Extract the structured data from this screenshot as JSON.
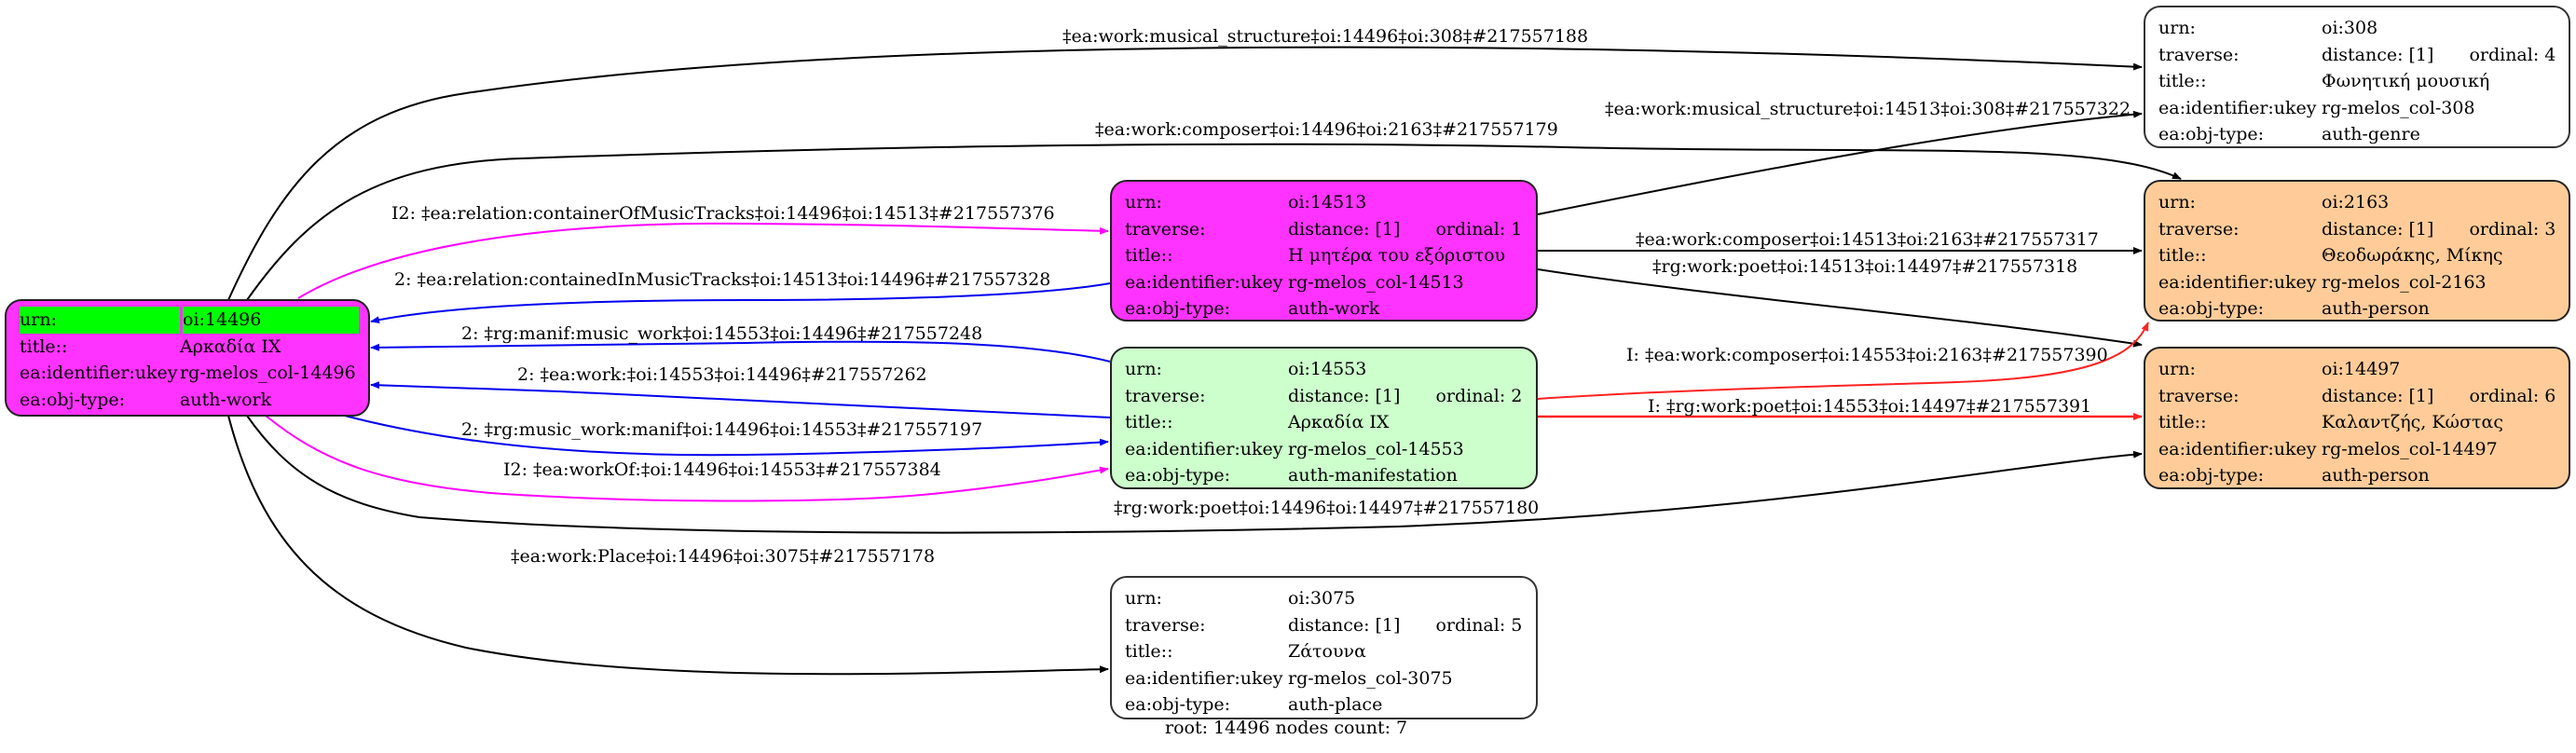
{
  "graph": {
    "footer": "root: 14496 nodes count: 7",
    "colors": {
      "black_edge": "#000000",
      "blue_edge": "#0000ee",
      "magenta_edge": "#ff00ff",
      "red_edge": "#ff2222",
      "root_fill": "#ff33ff",
      "root_highlight": "#00ff00",
      "work_fill": "#ff33ff",
      "manifestation_fill": "#ccffcc",
      "person_fill": "#ffcc99",
      "other_fill": "#ffffff"
    },
    "nodes": {
      "root": {
        "urn_key": "urn:",
        "urn": "oi:14496",
        "title_key": "title::",
        "title": "Αρκαδία IX",
        "ukey_key": "ea:identifier:ukey",
        "ukey": "rg-melos_col-14496",
        "type_key": "ea:obj-type:",
        "type": "auth-work"
      },
      "n14513": {
        "urn_key": "urn:",
        "urn": "oi:14513",
        "traverse_key": "traverse:",
        "distance": "distance: [1]",
        "ordinal": "ordinal: 1",
        "title_key": "title::",
        "title": "Η μητέρα του εξόριστου",
        "ukey_key": "ea:identifier:ukey",
        "ukey": "rg-melos_col-14513",
        "type_key": "ea:obj-type:",
        "type": "auth-work"
      },
      "n14553": {
        "urn_key": "urn:",
        "urn": "oi:14553",
        "traverse_key": "traverse:",
        "distance": "distance: [1]",
        "ordinal": "ordinal: 2",
        "title_key": "title::",
        "title": "Αρκαδία IX",
        "ukey_key": "ea:identifier:ukey",
        "ukey": "rg-melos_col-14553",
        "type_key": "ea:obj-type:",
        "type": "auth-manifestation"
      },
      "n3075": {
        "urn_key": "urn:",
        "urn": "oi:3075",
        "traverse_key": "traverse:",
        "distance": "distance: [1]",
        "ordinal": "ordinal: 5",
        "title_key": "title::",
        "title": "Ζάτουνα",
        "ukey_key": "ea:identifier:ukey",
        "ukey": "rg-melos_col-3075",
        "type_key": "ea:obj-type:",
        "type": "auth-place"
      },
      "n308": {
        "urn_key": "urn:",
        "urn": "oi:308",
        "traverse_key": "traverse:",
        "distance": "distance: [1]",
        "ordinal": "ordinal: 4",
        "title_key": "title::",
        "title": "Φωνητική μουσική",
        "ukey_key": "ea:identifier:ukey",
        "ukey": "rg-melos_col-308",
        "type_key": "ea:obj-type:",
        "type": "auth-genre"
      },
      "n2163": {
        "urn_key": "urn:",
        "urn": "oi:2163",
        "traverse_key": "traverse:",
        "distance": "distance: [1]",
        "ordinal": "ordinal: 3",
        "title_key": "title::",
        "title": "Θεοδωράκης, Μίκης",
        "ukey_key": "ea:identifier:ukey",
        "ukey": "rg-melos_col-2163",
        "type_key": "ea:obj-type:",
        "type": "auth-person"
      },
      "n14497": {
        "urn_key": "urn:",
        "urn": "oi:14497",
        "traverse_key": "traverse:",
        "distance": "distance: [1]",
        "ordinal": "ordinal: 6",
        "title_key": "title::",
        "title": "Καλαντζής, Κώστας",
        "ukey_key": "ea:identifier:ukey",
        "ukey": "rg-melos_col-14497",
        "type_key": "ea:obj-type:",
        "type": "auth-person"
      }
    },
    "edges": [
      {
        "id": "e188",
        "from": "oi:14496",
        "to": "oi:308",
        "color": "black",
        "label": "‡ea:work:musical_structure‡oi:14496‡oi:308‡#217557188"
      },
      {
        "id": "e179",
        "from": "oi:14496",
        "to": "oi:2163",
        "color": "black",
        "label": "‡ea:work:composer‡oi:14496‡oi:2163‡#217557179"
      },
      {
        "id": "e376",
        "from": "oi:14496",
        "to": "oi:14513",
        "color": "magenta",
        "label": "I2: ‡ea:relation:containerOfMusicTracks‡oi:14496‡oi:14513‡#217557376"
      },
      {
        "id": "e328",
        "from": "oi:14513",
        "to": "oi:14496",
        "color": "blue",
        "label": "2: ‡ea:relation:containedInMusicTracks‡oi:14513‡oi:14496‡#217557328"
      },
      {
        "id": "e248",
        "from": "oi:14553",
        "to": "oi:14496",
        "color": "blue",
        "label": "2: ‡rg:manif:music_work‡oi:14553‡oi:14496‡#217557248"
      },
      {
        "id": "e262",
        "from": "oi:14553",
        "to": "oi:14496",
        "color": "blue",
        "label": "2: ‡ea:work:‡oi:14553‡oi:14496‡#217557262"
      },
      {
        "id": "e197",
        "from": "oi:14496",
        "to": "oi:14553",
        "color": "blue",
        "label": "2: ‡rg:music_work:manif‡oi:14496‡oi:14553‡#217557197"
      },
      {
        "id": "e384",
        "from": "oi:14496",
        "to": "oi:14553",
        "color": "magenta",
        "label": "I2: ‡ea:workOf:‡oi:14496‡oi:14553‡#217557384"
      },
      {
        "id": "e180",
        "from": "oi:14496",
        "to": "oi:14497",
        "color": "black",
        "label": "‡rg:work:poet‡oi:14496‡oi:14497‡#217557180"
      },
      {
        "id": "e178",
        "from": "oi:14496",
        "to": "oi:3075",
        "color": "black",
        "label": "‡ea:work:Place‡oi:14496‡oi:3075‡#217557178"
      },
      {
        "id": "e322",
        "from": "oi:14513",
        "to": "oi:308",
        "color": "black",
        "label": "‡ea:work:musical_structure‡oi:14513‡oi:308‡#217557322"
      },
      {
        "id": "e317",
        "from": "oi:14513",
        "to": "oi:2163",
        "color": "black",
        "label": "‡ea:work:composer‡oi:14513‡oi:2163‡#217557317"
      },
      {
        "id": "e318",
        "from": "oi:14513",
        "to": "oi:14497",
        "color": "black",
        "label": "‡rg:work:poet‡oi:14513‡oi:14497‡#217557318"
      },
      {
        "id": "e390",
        "from": "oi:14553",
        "to": "oi:2163",
        "color": "red",
        "label": "I: ‡ea:work:composer‡oi:14553‡oi:2163‡#217557390"
      },
      {
        "id": "e391",
        "from": "oi:14553",
        "to": "oi:14497",
        "color": "red",
        "label": "I: ‡rg:work:poet‡oi:14553‡oi:14497‡#217557391"
      }
    ]
  }
}
